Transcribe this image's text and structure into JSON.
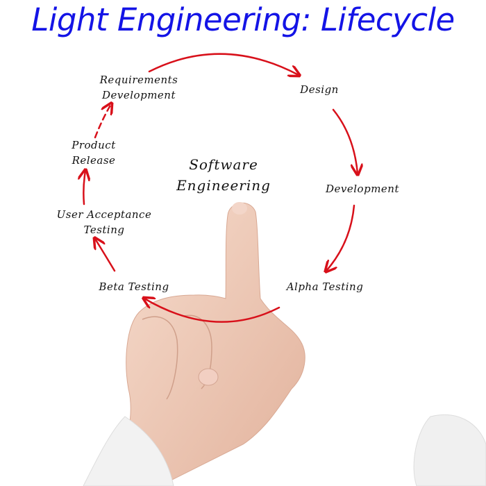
{
  "title": "Light Engineering: Lifecycle",
  "center": {
    "line1": "Software",
    "line2": "Engineering"
  },
  "stages": {
    "requirements": {
      "line1": "Requirements",
      "line2": "Development"
    },
    "design": "Design",
    "development": "Development",
    "alpha": "Alpha Testing",
    "beta": "Beta Testing",
    "uat": {
      "line1": "User Acceptance",
      "line2": "Testing"
    },
    "release": {
      "line1": "Product",
      "line2": "Release"
    }
  },
  "colors": {
    "title": "#1414e6",
    "arrow": "#d8101a"
  }
}
